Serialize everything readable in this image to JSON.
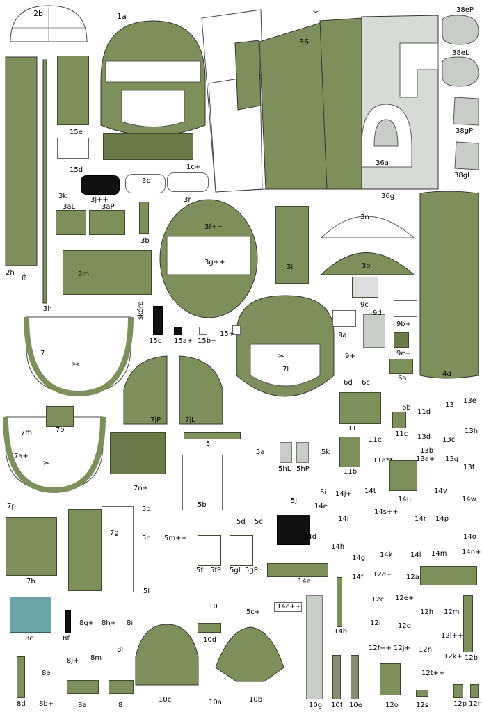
{
  "labels": {
    "p2b": "2b",
    "p1a": "1a",
    "p36": "36",
    "p38eP": "38eP",
    "p38eL": "38eL",
    "p38gP": "38gP",
    "p38gL": "38gL",
    "p36a": "36a",
    "p36g": "36g",
    "p15e": "15e",
    "p15d": "15d",
    "p1c": "1c+",
    "p3k": "3k",
    "p3j": "3j++",
    "p3p": "3p",
    "p3r": "3r",
    "p2h": "2h",
    "p3aL": "3aL",
    "p3aP": "3aP",
    "p3b": "3b",
    "p3f": "3f++",
    "p3n": "3n",
    "p3i": "3i",
    "p3g": "3g++",
    "p3o": "3o",
    "p3m": "3m",
    "p3h": "3h",
    "p9c": "9c",
    "p9d": "9d",
    "p9b": "9b+",
    "p9a": "9a",
    "p9e": "9e+",
    "p4d": "4d",
    "skora": "skóra",
    "p15c": "15c",
    "p15a": "15a+",
    "p15b": "15b+",
    "p15": "15+",
    "p7": "7",
    "p7l": "7l",
    "p9": "9+",
    "p6d": "6d",
    "p6c": "6c",
    "p6a": "6a",
    "p6b": "6b",
    "p11d": "11d",
    "p13": "13",
    "p13e": "13e",
    "p7m": "7m",
    "p7o": "7o",
    "p7jP": "7jP",
    "p7jL": "7jL",
    "p11": "11",
    "p11c": "11c",
    "p11e": "11e",
    "p13d": "13d",
    "p13c": "13c",
    "p13h": "13h",
    "p7a": "7a+",
    "p5": "5",
    "p5a": "5a",
    "p5k": "5k",
    "p13b": "13b",
    "p13a": "13a+",
    "p13g": "13g",
    "p13f": "13f",
    "p7n": "7n+",
    "p5hL": "5hL",
    "p5hP": "5hP",
    "p11a": "11a**",
    "p11b": "11b",
    "p5i": "5i",
    "p14j": "14j+",
    "p14t": "14t",
    "p14u": "14u",
    "p14v": "14v",
    "p14w": "14w",
    "p7p": "7p",
    "p5o": "5o",
    "p5b": "5b",
    "p5j": "5j",
    "p14e": "14e",
    "p14i": "14i",
    "p14s": "14s++",
    "p14r": "14r",
    "p14p": "14p",
    "p7b": "7b",
    "p7g": "7g",
    "p5n": "5n",
    "p5m": "5m++",
    "p5d": "5d",
    "p5c": "5c",
    "p14d": "14d",
    "p14h": "14h",
    "p14o": "14o",
    "p14g": "14g",
    "p14k": "14k",
    "p14l": "14l",
    "p14m": "14m",
    "p14n": "14n+",
    "p5fL": "5fL",
    "p5fP": "5fP",
    "p5gL": "5gL",
    "p5gP": "5gP",
    "p14a": "14a",
    "p14f": "14f",
    "p12d": "12d+",
    "p12a": "12a",
    "p5l": "5l",
    "p10": "10",
    "p5cp": "5c+",
    "p14c": "14c++",
    "p12c": "12c",
    "p12e": "12e+",
    "p8c": "8c",
    "p8f": "8f",
    "p8g": "8g+",
    "p8h": "8h+",
    "p8i": "8i",
    "p10d": "10d",
    "p14b": "14b",
    "p12h": "12h",
    "p12m": "12m",
    "p12i": "12i",
    "p12g": "12g",
    "p12l": "12l++",
    "p12f": "12f++",
    "p12j": "12j+",
    "p12n": "12n",
    "p12k": "12k+",
    "p12b": "12b",
    "p8j": "8j+",
    "p8m": "8m",
    "p8l": "8l",
    "p8e": "8e",
    "p12t": "12t++",
    "p8d": "8d",
    "p8b": "8b+",
    "p8a": "8a",
    "p8": "8",
    "p10c": "10c",
    "p10a": "10a",
    "p10b": "10b",
    "p10g": "10g",
    "p10f": "10f",
    "p10e": "10e",
    "p12o": "12o",
    "p12s": "12s",
    "p12p": "12p",
    "p12r": "12r"
  },
  "colors": {
    "olive": "#7d8f5a",
    "olive_dark": "#6a7b4a",
    "grey": "#c9cdc7",
    "teal": "#6aa4a6"
  }
}
